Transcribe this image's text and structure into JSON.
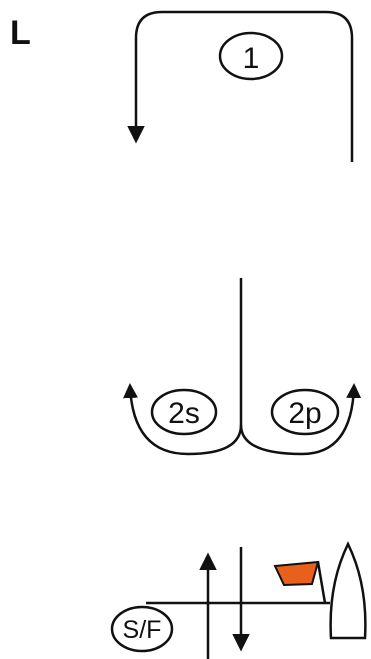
{
  "course_label": "L",
  "marks": {
    "mark1": "1",
    "gate_starboard": "2s",
    "gate_port": "2p",
    "start_finish": "S/F"
  },
  "colors": {
    "line": "#111111",
    "flag": "#e8601c",
    "background": "#ffffff"
  },
  "icons": {
    "committee_boat": "boat-icon",
    "flag": "flag-icon"
  }
}
